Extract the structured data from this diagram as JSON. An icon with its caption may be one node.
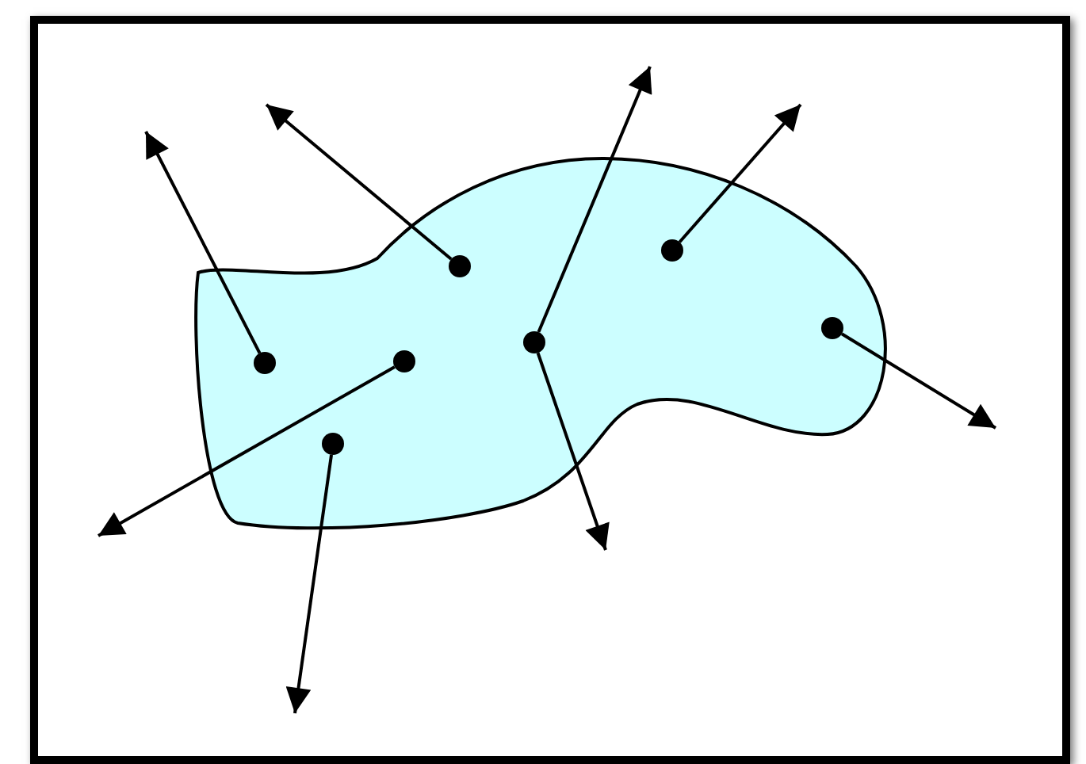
{
  "diagram": {
    "nodes": [
      {
        "text": [],
        "shape": "blob"
      },
      {
        "text": [],
        "shape": "circle",
        "in": 0
      },
      {
        "text": [],
        "shape": "circle",
        "in": 0
      },
      {
        "text": [],
        "shape": "circle",
        "in": 0
      },
      {
        "text": [],
        "shape": "circle",
        "in": 0
      },
      {
        "text": [],
        "shape": "circle",
        "in": 0
      },
      {
        "text": [],
        "shape": "circle",
        "in": 0
      },
      {
        "text": [],
        "shape": "circle",
        "in": 0
      }
    ],
    "edges": [
      {
        "from": 1,
        "to": null,
        "arrow": "to"
      },
      {
        "from": 2,
        "to": null,
        "arrow": "to"
      },
      {
        "from": 3,
        "to": null,
        "arrow": "to"
      },
      {
        "from": 4,
        "to": null,
        "arrow": "to"
      },
      {
        "from": 5,
        "to": null,
        "arrow": "to"
      },
      {
        "from": 5,
        "to": null,
        "arrow": "to"
      },
      {
        "from": 6,
        "to": null,
        "arrow": "to"
      },
      {
        "from": 7,
        "to": null,
        "arrow": "to"
      }
    ]
  }
}
